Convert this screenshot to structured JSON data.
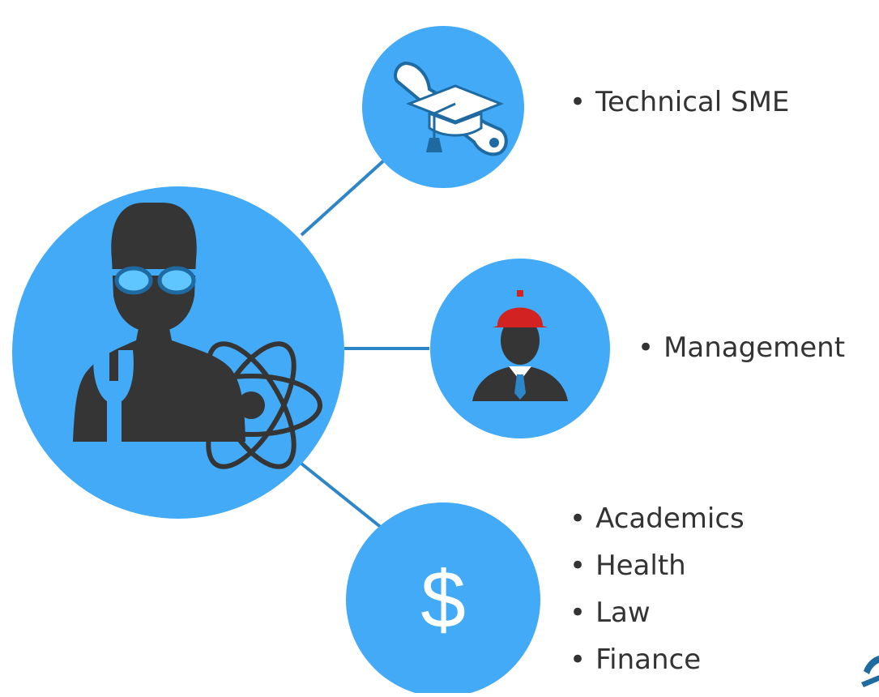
{
  "colors": {
    "circle": "#42aaf7",
    "connector": "#2d86c7",
    "icon": "#353535",
    "text": "#333333",
    "hardhat": "#d32222"
  },
  "icons": {
    "main": "engineer-with-goggles-wrench-atom-icon",
    "technical": "wrench-graduation-cap-icon",
    "management": "hardhat-worker-icon",
    "finance": "dollar-sign-icon"
  },
  "nodes": {
    "technical": {
      "items": [
        "Technical SME"
      ]
    },
    "management": {
      "items": [
        "Management"
      ]
    },
    "other": {
      "items": [
        "Academics",
        "Health",
        "Law",
        "Finance"
      ],
      "symbol": "$"
    }
  }
}
